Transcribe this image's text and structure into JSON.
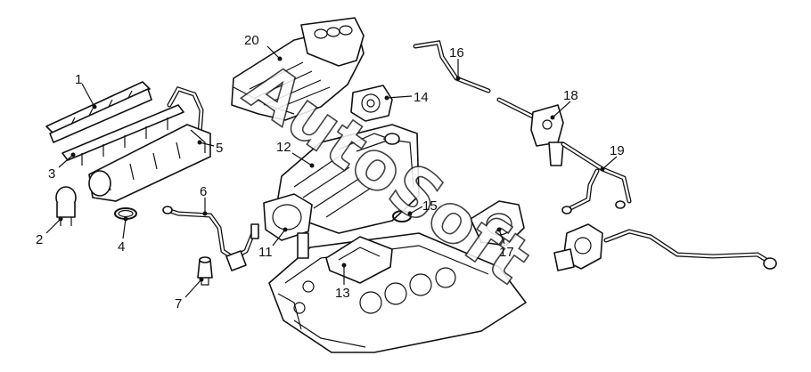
{
  "callouts": [
    "1",
    "2",
    "3",
    "4",
    "5",
    "6",
    "7",
    "11",
    "12",
    "13",
    "14",
    "15",
    "16",
    "17",
    "18",
    "19",
    "20"
  ],
  "watermark": "AutoSoft"
}
